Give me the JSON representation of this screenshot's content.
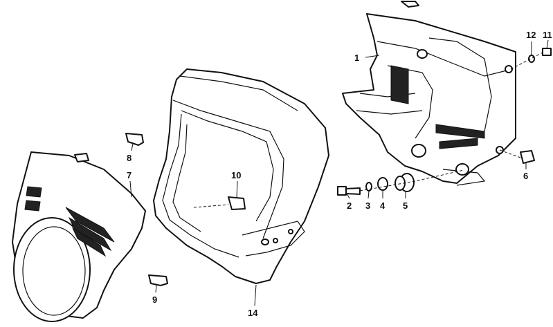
{
  "diagram": {
    "callouts": [
      {
        "id": "c1",
        "label": "1"
      },
      {
        "id": "c2",
        "label": "2"
      },
      {
        "id": "c3",
        "label": "3"
      },
      {
        "id": "c4",
        "label": "4"
      },
      {
        "id": "c5",
        "label": "5"
      },
      {
        "id": "c6",
        "label": "6"
      },
      {
        "id": "c7",
        "label": "7"
      },
      {
        "id": "c8",
        "label": "8"
      },
      {
        "id": "c9",
        "label": "9"
      },
      {
        "id": "c10",
        "label": "10"
      },
      {
        "id": "c11",
        "label": "11"
      },
      {
        "id": "c12",
        "label": "12"
      },
      {
        "id": "c14",
        "label": "14"
      }
    ]
  }
}
